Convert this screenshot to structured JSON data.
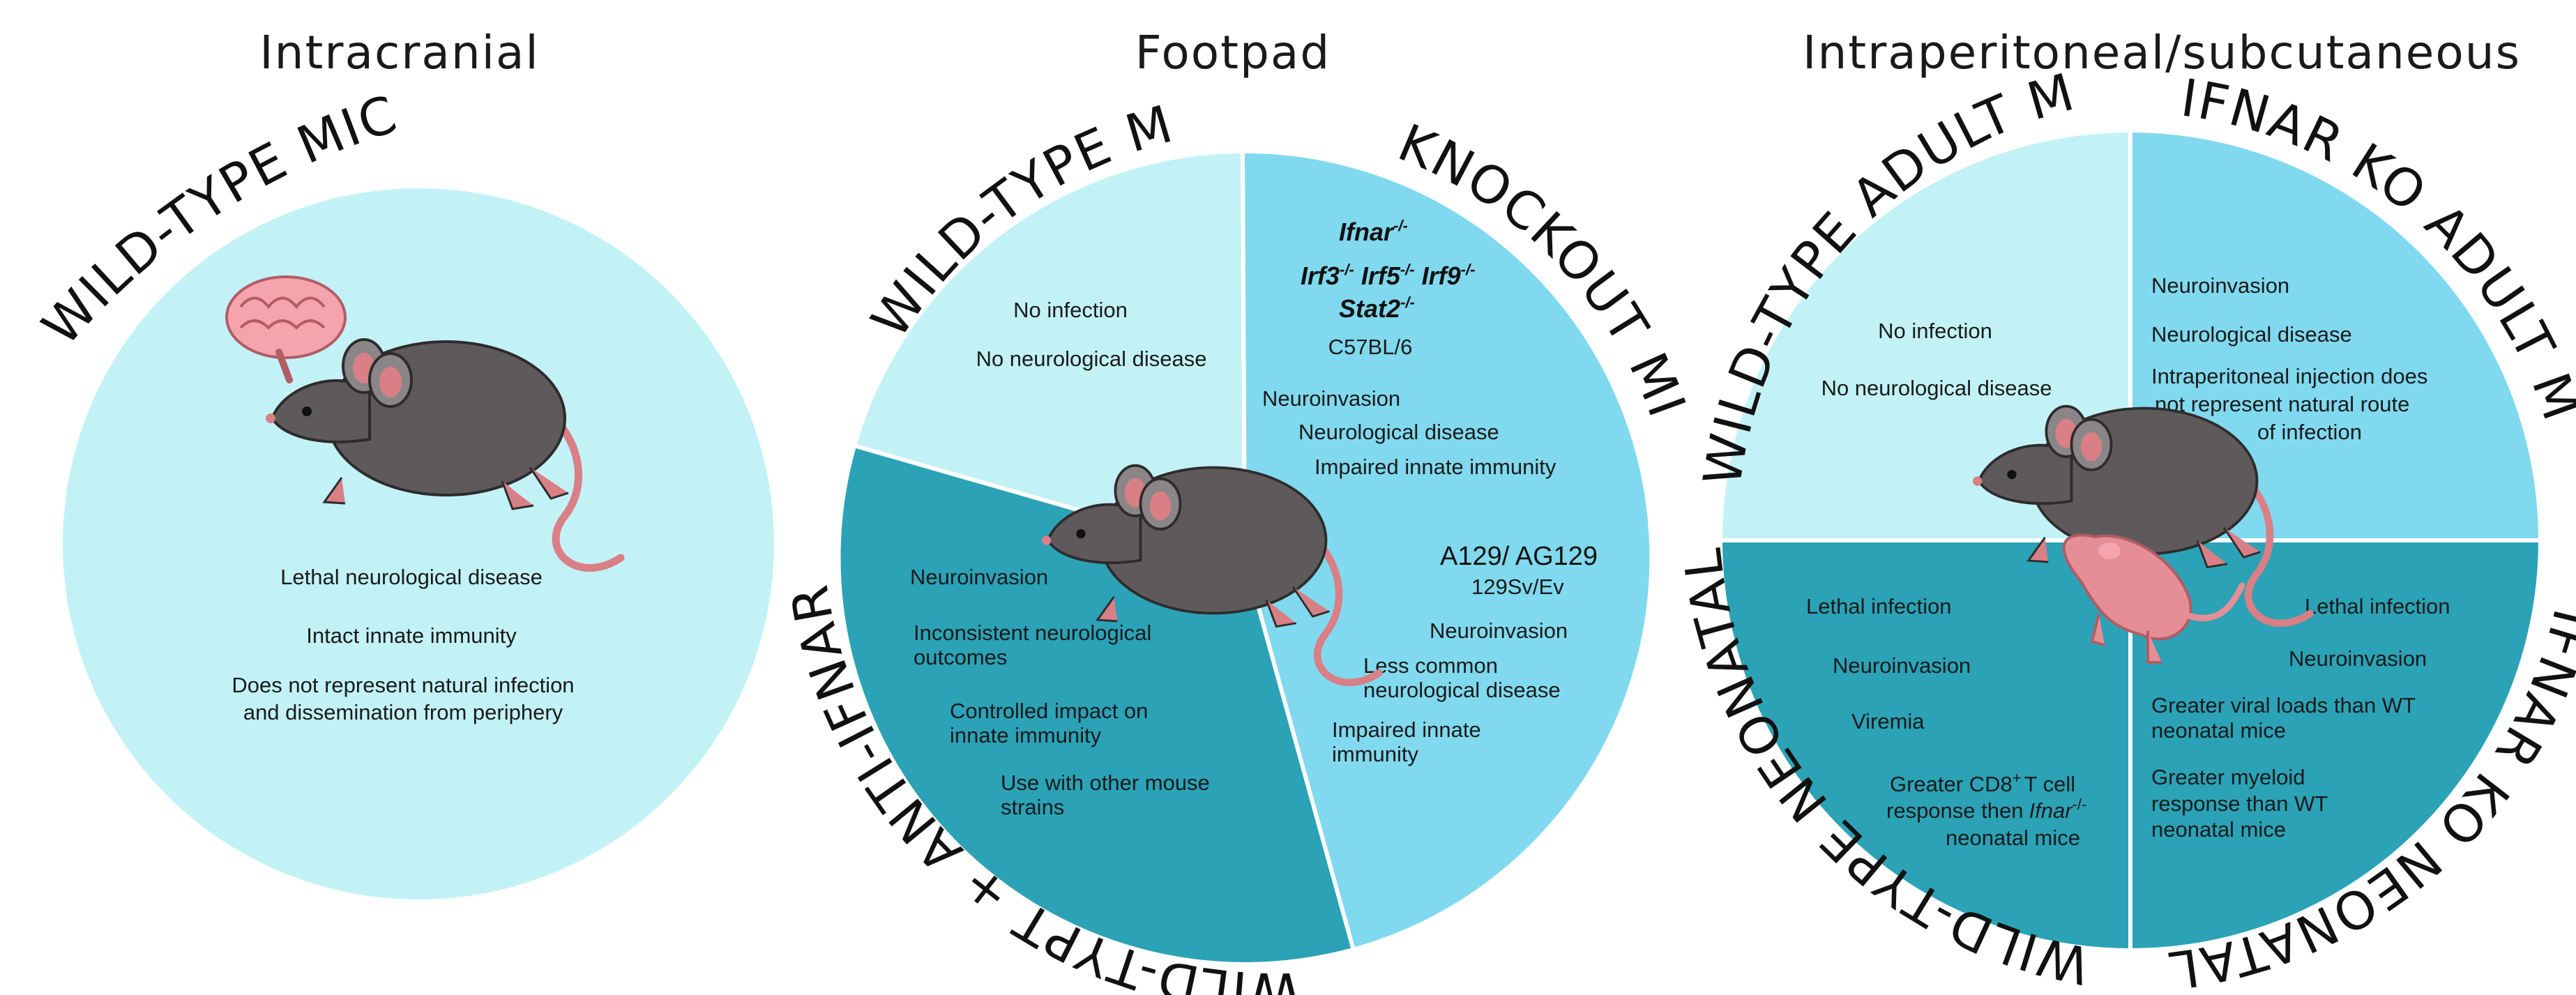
{
  "titles": {
    "intracranial": "Intracranial",
    "footpad": "Footpad",
    "ip": "Intraperitoneal/subcutaneous"
  },
  "intracranial": {
    "arc": "WILD-TYPE MICE",
    "notes": [
      "Lethal neurological disease",
      "Intact innate immunity",
      "Does not represent natural infection",
      "and dissemination from periphery"
    ]
  },
  "footpad": {
    "wt": {
      "arc": "WILD-TYPE MICE",
      "notes": [
        "No infection",
        "No neurological disease"
      ]
    },
    "ko": {
      "arc": "KNOCKOUT MICE",
      "genes": {
        "ifnar": "Ifnar",
        "irf3": "Irf3",
        "irf5": "Irf5",
        "irf9": "Irf9",
        "stat2": "Stat2",
        "ko_sup": "-/-"
      },
      "c57": "C57BL/6",
      "notes": [
        "Neuroinvasion",
        "Neurological disease",
        "Impaired innate immunity"
      ],
      "a129": "A129/ AG129",
      "sv": "129Sv/Ev",
      "notes2": [
        "Neuroinvasion",
        "Less common",
        "neurological disease",
        "Impaired innate",
        "immunity"
      ]
    },
    "mab": {
      "arc": "WILD-TYPT + ANTI-IFNAR mAB",
      "notes": [
        "Neuroinvasion",
        "Inconsistent neurological",
        "outcomes",
        "Controlled impact on",
        "innate immunity",
        "Use with other mouse",
        "strains"
      ]
    }
  },
  "ip": {
    "wt_adult": {
      "arc": "WILD-TYPE ADULT MICE",
      "notes": [
        "No infection",
        "No neurological disease"
      ]
    },
    "ko_adult": {
      "arc": "IFNAR KO ADULT MICE",
      "notes": [
        "Neuroinvasion",
        "Neurological disease",
        "Intraperitoneal injection does",
        "not represent natural route",
        "of infection"
      ]
    },
    "wt_neo": {
      "arc": "WILD-TYPE NEONATAL MICE",
      "notes": [
        "Lethal infection",
        "Neuroinvasion",
        "Viremia"
      ],
      "cd8_pre": "Greater CD8",
      "cd8_sup": "+",
      "cd8_post": "T cell",
      "resp_pre": "response then",
      "resp_gene": "Ifnar",
      "resp_sup": "-/-",
      "resp_end": "neonatal mice"
    },
    "ko_neo": {
      "arc": "IFNAR KO NEONATAL MICE",
      "notes": [
        "Lethal infection",
        "Neuroinvasion",
        "Greater viral loads than WT",
        "neonatal mice",
        "Greater myeloid",
        "response than WT",
        "neonatal mice"
      ]
    }
  },
  "colors": {
    "light": "#c2f2f6",
    "medium": "#80d9ee",
    "dark": "#2ba2b6",
    "mouse": "#5e5a5c",
    "pink": "#d97f86",
    "brain": "#f5a4ad"
  }
}
